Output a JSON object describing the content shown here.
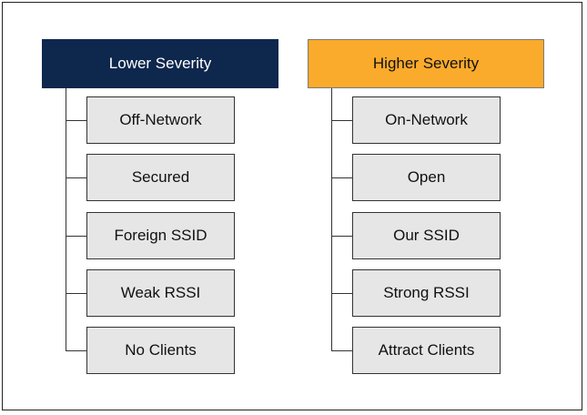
{
  "columns": [
    {
      "title": "Lower Severity",
      "header_color": "#0d274d",
      "items": [
        "Off-Network",
        "Secured",
        "Foreign SSID",
        "Weak RSSI",
        "No Clients"
      ]
    },
    {
      "title": "Higher Severity",
      "header_color": "#fbab2c",
      "items": [
        "On-Network",
        "Open",
        "Our SSID",
        "Strong RSSI",
        "Attract Clients"
      ]
    }
  ]
}
